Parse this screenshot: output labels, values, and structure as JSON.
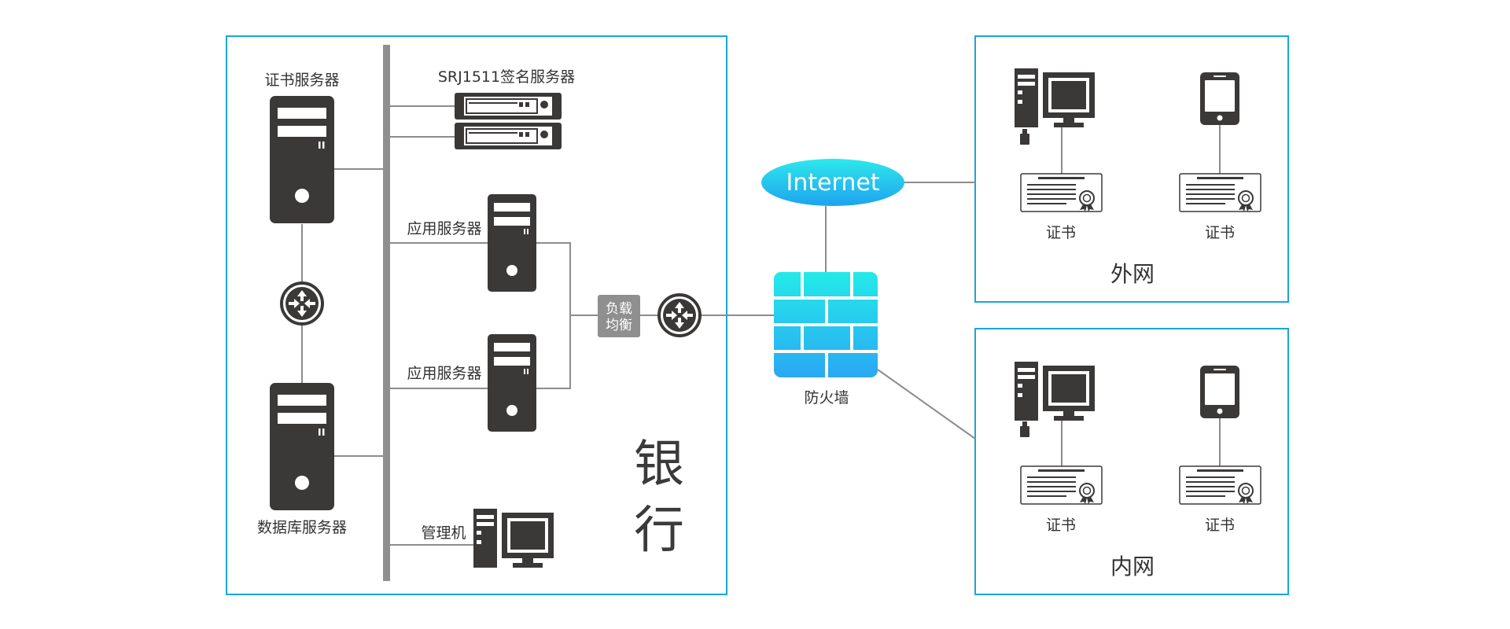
{
  "bank": {
    "title_line1": "银",
    "title_line2": "行",
    "cert_server": "证书服务器",
    "db_server": "数据库服务器",
    "sign_server": "SRJ1511签名服务器",
    "app_server_1": "应用服务器",
    "app_server_2": "应用服务器",
    "admin_pc": "管理机",
    "load_balance_line1": "负载",
    "load_balance_line2": "均衡"
  },
  "internet": {
    "label": "Internet"
  },
  "firewall": {
    "label": "防火墙"
  },
  "extranet": {
    "title": "外网",
    "cert_1": "证书",
    "cert_2": "证书"
  },
  "intranet": {
    "title": "内网",
    "cert_1": "证书",
    "cert_2": "证书"
  },
  "colors": {
    "zone_border": "#1aa6dc",
    "device": "#3b3838",
    "wire": "#8c8c8c",
    "bus": "#8f8f8f",
    "load_balancer": "#8f8f8f",
    "internet_gradient": [
      "#2ee8ec",
      "#1ea3ee"
    ],
    "firewall_gradient": [
      "#24eae8",
      "#2aa8f4"
    ]
  }
}
